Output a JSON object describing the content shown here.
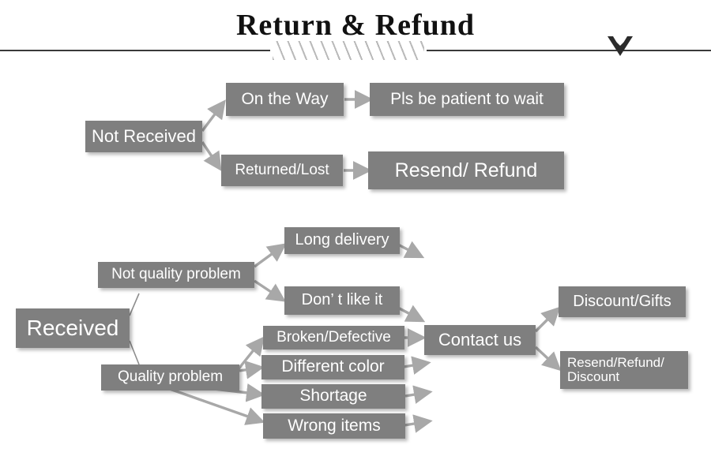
{
  "header": {
    "title": "Return & Refund",
    "divider_icon": "chevron-down-mark"
  },
  "colors": {
    "box_fill": "#7f7f7f",
    "box_text": "#ffffff",
    "arrow": "#a8a8a8",
    "rule": "#3a3a3a",
    "hatch": "#b9b9b9",
    "background": "#ffffff"
  },
  "flow": {
    "not_received": {
      "root": "Not Received",
      "branches": [
        {
          "label": "On the Way",
          "result": "Pls be patient to wait"
        },
        {
          "label": "Returned/Lost",
          "result": "Resend/ Refund"
        }
      ]
    },
    "received": {
      "root": "Received",
      "not_quality": {
        "label": "Not quality problem",
        "reasons": [
          "Long delivery",
          "Don’  t like it"
        ]
      },
      "quality": {
        "label": "Quality problem",
        "reasons": [
          "Broken/Defective",
          "Different color",
          "Shortage",
          "Wrong items"
        ]
      },
      "contact": "Contact us",
      "outcomes": [
        "Discount/Gifts",
        "Resend/Refund/\nDiscount"
      ]
    }
  }
}
